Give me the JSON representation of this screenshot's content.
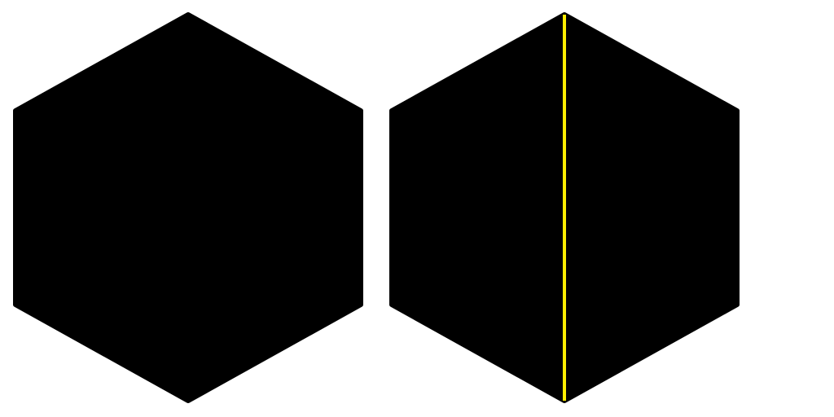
{
  "figure": {
    "background_color": "#ffffff",
    "shapes": [
      {
        "name": "hexagon-left",
        "kind": "regular-hexagon",
        "fill_color": "#000000",
        "split_line": false
      },
      {
        "name": "hexagon-right",
        "kind": "regular-hexagon",
        "fill_color": "#000000",
        "split_line": true,
        "split_line_color": "#ffee00",
        "split_direction": "vertical-center"
      }
    ]
  }
}
